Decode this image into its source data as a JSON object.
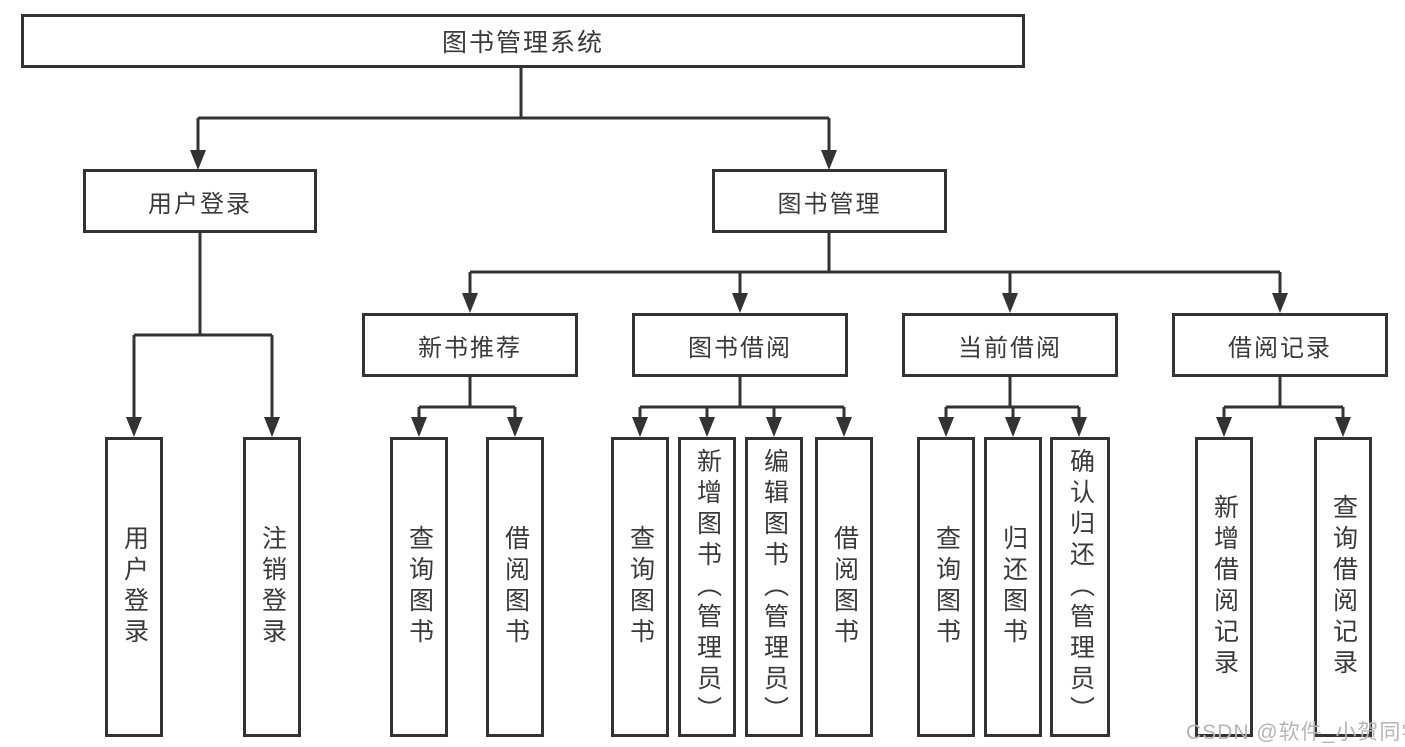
{
  "diagram": {
    "type": "hierarchy-tree",
    "tree": {
      "label": "图书管理系统",
      "children": [
        {
          "label": "用户登录",
          "children": [
            {
              "label": "用户登录"
            },
            {
              "label": "注销登录"
            }
          ]
        },
        {
          "label": "图书管理",
          "children": [
            {
              "label": "新书推荐",
              "children": [
                {
                  "label": "查询图书"
                },
                {
                  "label": "借阅图书"
                }
              ]
            },
            {
              "label": "图书借阅",
              "children": [
                {
                  "label": "查询图书"
                },
                {
                  "label": "新增图书（管理员）"
                },
                {
                  "label": "编辑图书（管理员）"
                },
                {
                  "label": "借阅图书"
                }
              ]
            },
            {
              "label": "当前借阅",
              "children": [
                {
                  "label": "查询图书"
                },
                {
                  "label": "归还图书"
                },
                {
                  "label": "确认归还（管理员）"
                }
              ]
            },
            {
              "label": "借阅记录",
              "children": [
                {
                  "label": "新增借阅记录"
                },
                {
                  "label": "查询借阅记录"
                }
              ]
            }
          ]
        }
      ]
    },
    "colors": {
      "line": "#333333",
      "text": "#3a3a3a",
      "box_background": "#ffffff",
      "watermark": "#b5b5b5"
    }
  },
  "watermark": {
    "text": "CSDN @软件_小贺同学"
  }
}
